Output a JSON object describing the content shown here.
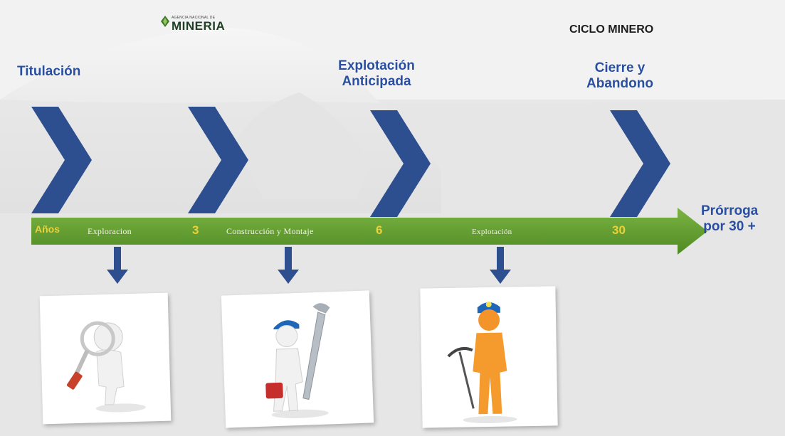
{
  "logo": {
    "small_text": "AGENCIA NACIONAL DE",
    "name": "MINERIA"
  },
  "title": "CICLO MINERO",
  "phases": [
    {
      "label": "Titulación"
    },
    {
      "label": "Explotación Anticipada"
    },
    {
      "label": "Cierre y Abandono"
    }
  ],
  "timeline": {
    "years_label": "Años",
    "stages": [
      "Exploracion",
      "Construcción y Montaje",
      "Explotación"
    ],
    "milestones": [
      "3",
      "6",
      "30"
    ]
  },
  "extension_label": "Prórroga por 30 +",
  "colors": {
    "chevron": "#2d4e8f",
    "timeline": "#5e9a2e",
    "milestone": "#e9d23b",
    "phase_text": "#2a4fa0"
  },
  "icons": [
    "magnifier-figure-icon",
    "worker-with-wrench-icon",
    "miner-with-pickaxe-icon"
  ]
}
